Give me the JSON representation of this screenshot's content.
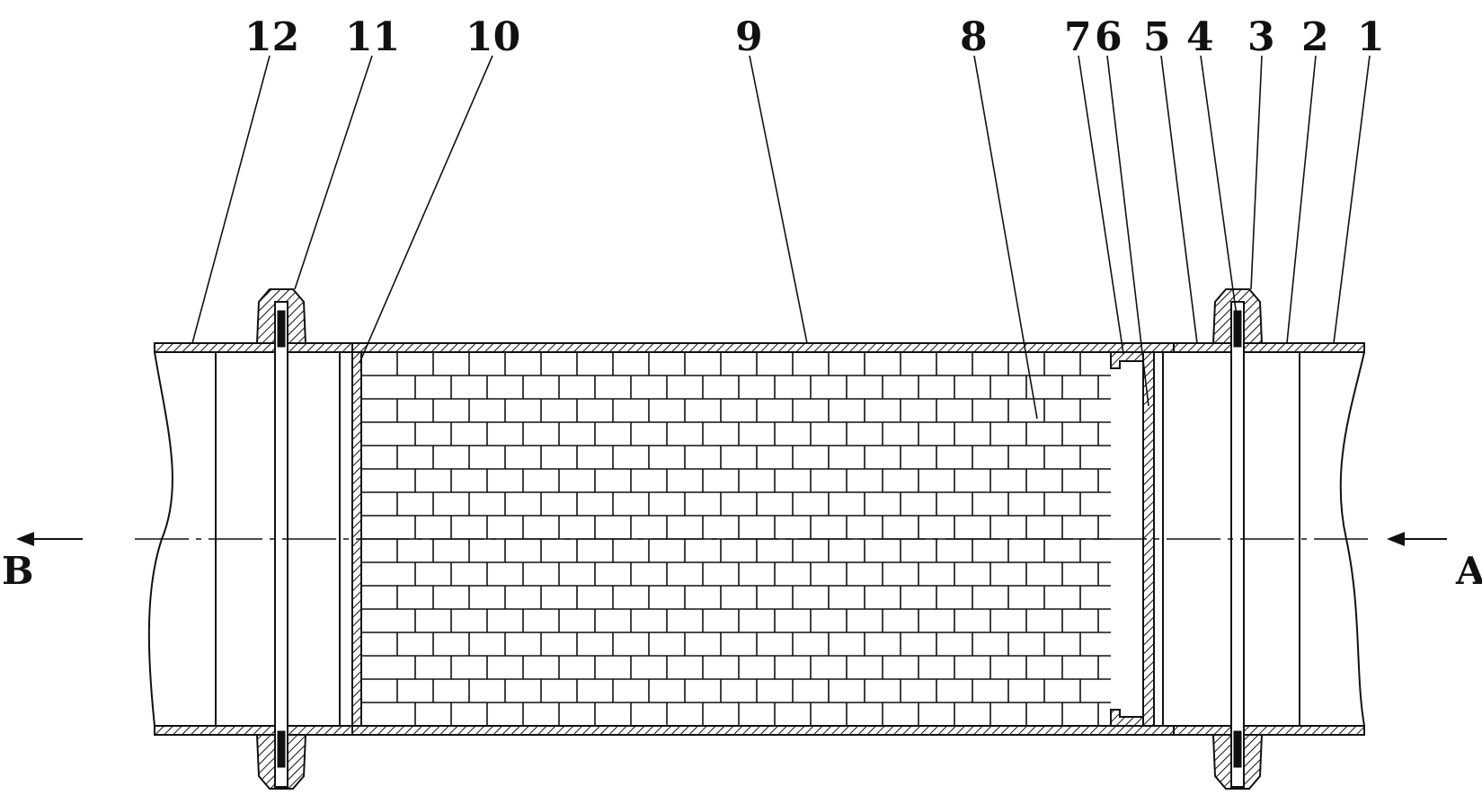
{
  "colors": {
    "ink": "#111111",
    "paper": "#ffffff"
  },
  "callouts": [
    "12",
    "11",
    "10",
    "9",
    "8",
    "7",
    "6",
    "5",
    "4",
    "3",
    "2",
    "1"
  ],
  "flow": {
    "inlet": "A",
    "outlet": "B"
  }
}
